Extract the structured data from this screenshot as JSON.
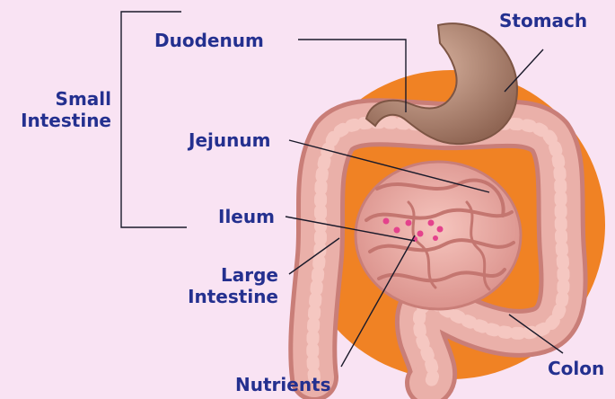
{
  "colors": {
    "background": "#f9e3f3",
    "label_text": "#24308f",
    "leader_line": "#1a1a2a",
    "backdrop_circle": "#f08224",
    "intestine": "#e9aaa3",
    "intestine_shadow": "#c97e78",
    "stomach": "#b58a74",
    "nutrient_dots": "#e4428c"
  },
  "labels": {
    "small_intestine_line1": "Small",
    "small_intestine_line2": "Intestine",
    "duodenum": "Duodenum",
    "jejunum": "Jejunum",
    "ileum": "Ileum",
    "large_intestine_line1": "Large",
    "large_intestine_line2": "Intestine",
    "stomach": "Stomach",
    "colon": "Colon",
    "nutrients": "Nutrients"
  }
}
